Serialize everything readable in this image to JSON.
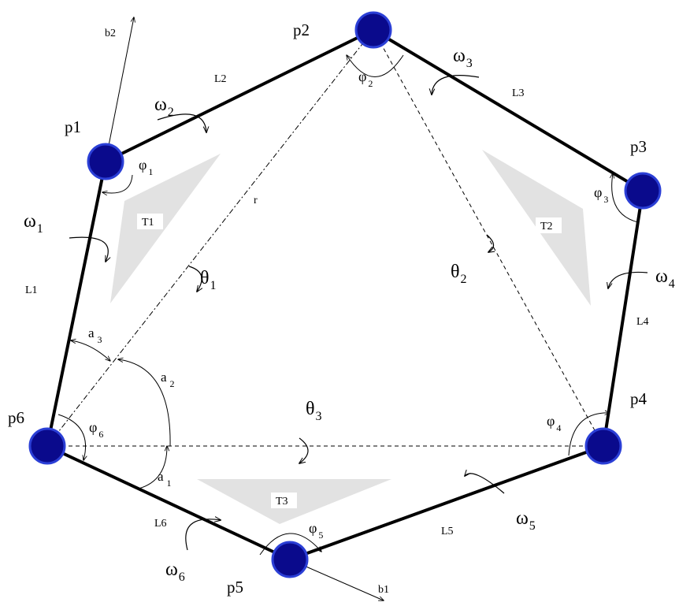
{
  "colors": {
    "joint_fill": "#0a0a8c",
    "joint_ring": "#2b3fd6",
    "triangle": "#e2e2e2",
    "ink": "#000000"
  },
  "joints": [
    {
      "id": "p1",
      "label": "p1"
    },
    {
      "id": "p2",
      "label": "p2"
    },
    {
      "id": "p3",
      "label": "p3"
    },
    {
      "id": "p4",
      "label": "p4"
    },
    {
      "id": "p5",
      "label": "p5"
    },
    {
      "id": "p6",
      "label": "p6"
    }
  ],
  "links": [
    {
      "id": "L1",
      "label": "L1"
    },
    {
      "id": "L2",
      "label": "L2"
    },
    {
      "id": "L3",
      "label": "L3"
    },
    {
      "id": "L4",
      "label": "L4"
    },
    {
      "id": "L5",
      "label": "L5"
    },
    {
      "id": "L6",
      "label": "L6"
    }
  ],
  "triangles": [
    {
      "id": "T1",
      "label": "T1"
    },
    {
      "id": "T2",
      "label": "T2"
    },
    {
      "id": "T3",
      "label": "T3"
    }
  ],
  "omegas": [
    {
      "sym": "ω",
      "sub": "1"
    },
    {
      "sym": "ω",
      "sub": "2"
    },
    {
      "sym": "ω",
      "sub": "3"
    },
    {
      "sym": "ω",
      "sub": "4"
    },
    {
      "sym": "ω",
      "sub": "5"
    },
    {
      "sym": "ω",
      "sub": "6"
    }
  ],
  "phis": [
    {
      "sym": "φ",
      "sub": "1"
    },
    {
      "sym": "φ",
      "sub": "2"
    },
    {
      "sym": "φ",
      "sub": "3"
    },
    {
      "sym": "φ",
      "sub": "4"
    },
    {
      "sym": "φ",
      "sub": "5"
    },
    {
      "sym": "φ",
      "sub": "6"
    }
  ],
  "thetas": [
    {
      "sym": "θ",
      "sub": "1"
    },
    {
      "sym": "θ",
      "sub": "2"
    },
    {
      "sym": "θ",
      "sub": "3"
    }
  ],
  "alphas": [
    {
      "sym": "a",
      "sub": "1"
    },
    {
      "sym": "a",
      "sub": "2"
    },
    {
      "sym": "a",
      "sub": "3"
    }
  ],
  "vectors": {
    "b1": "b1",
    "b2": "b2",
    "r": "r"
  }
}
